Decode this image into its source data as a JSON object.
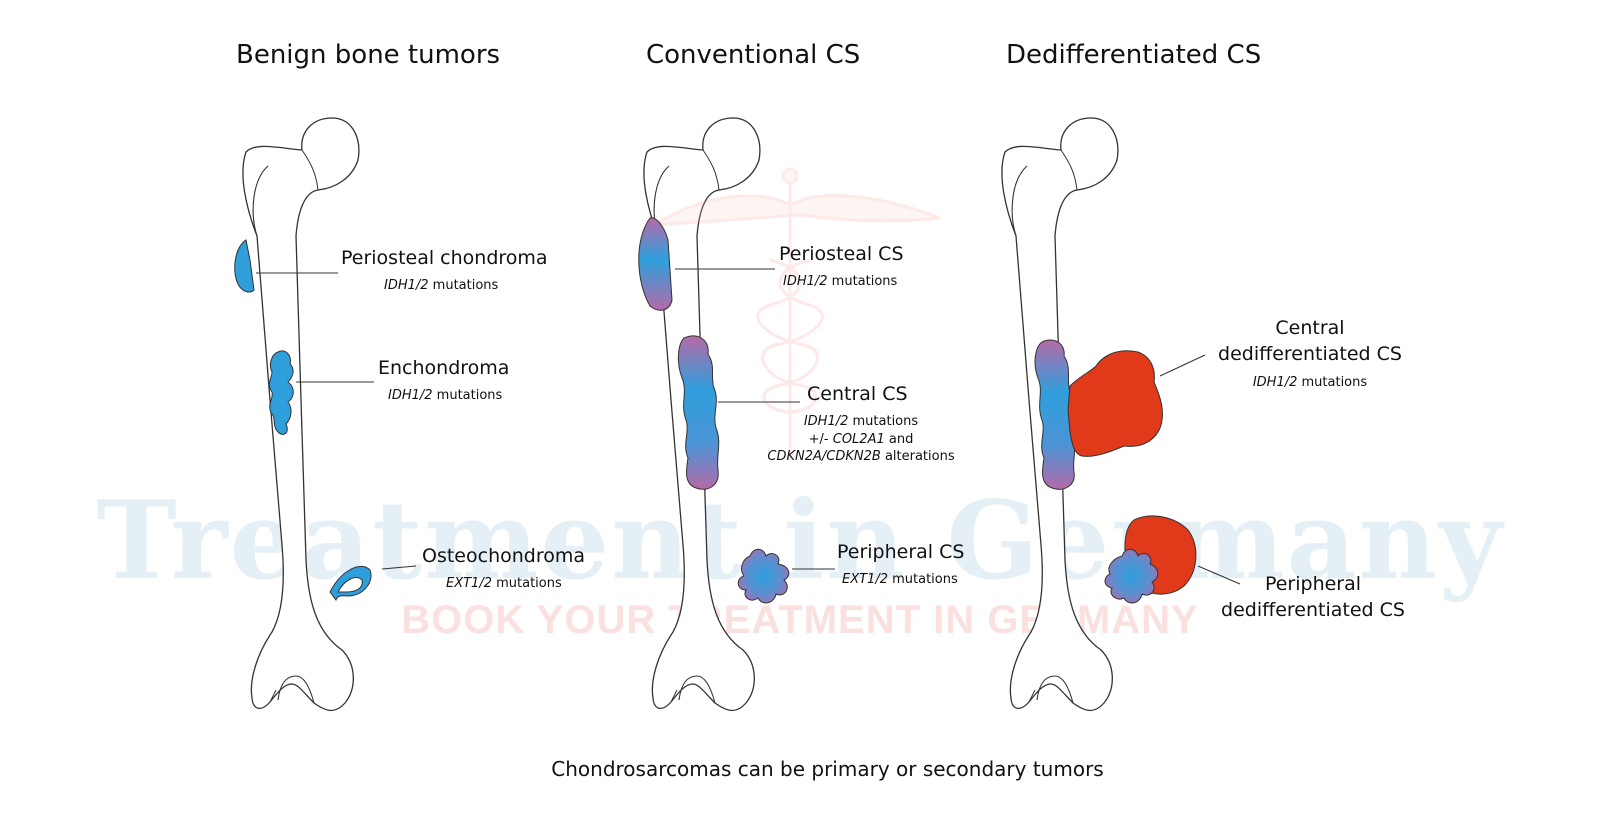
{
  "titles": {
    "benign": "Benign bone tumors",
    "conventional": "Conventional CS",
    "dedifferentiated": "Dedifferentiated CS"
  },
  "labels": {
    "periosteal_chondroma": "Periosteal chondroma",
    "periosteal_chondroma_mut_gene": "IDH1/2",
    "periosteal_chondroma_mut_text": " mutations",
    "enchondroma": "Enchondroma",
    "enchondroma_mut_gene": "IDH1/2",
    "enchondroma_mut_text": " mutations",
    "osteochondroma": "Osteochondroma",
    "osteochondroma_mut_gene": "EXT1/2",
    "osteochondroma_mut_text": " mutations",
    "periosteal_cs": "Periosteal CS",
    "periosteal_cs_mut_gene": "IDH1/2",
    "periosteal_cs_mut_text": " mutations",
    "central_cs": "Central CS",
    "central_cs_mut_gene": "IDH1/2",
    "central_cs_mut_text": " mutations",
    "central_cs_line2_pre": "+/- ",
    "central_cs_line2_gene": "COL2A1",
    "central_cs_line2_post": " and",
    "central_cs_line3_gene": "CDKN2A/CDKN2B",
    "central_cs_line3_post": " alterations",
    "peripheral_cs": "Peripheral CS",
    "peripheral_cs_mut_gene": "EXT1/2",
    "peripheral_cs_mut_text": " mutations",
    "central_dd_line1": "Central",
    "central_dd_line2": "dedifferentiated CS",
    "central_dd_mut_gene": "IDH1/2",
    "central_dd_mut_text": " mutations",
    "peripheral_dd_line1": "Peripheral",
    "peripheral_dd_line2": "dedifferentiated CS"
  },
  "footer": "Chondrosarcomas can be primary or secondary tumors",
  "watermark": {
    "main": "Treatment in Germany",
    "sub": "BOOK YOUR TREATMENT IN GERMANY"
  },
  "colors": {
    "cartilage_blue": "#2f9fdc",
    "cartilage_purple": "#b56aa8",
    "dedifferentiated_red": "#e03a1a",
    "bone_outline": "#333333",
    "watermark_blue": "#cfe3f0",
    "watermark_red": "#f6c8c6"
  }
}
